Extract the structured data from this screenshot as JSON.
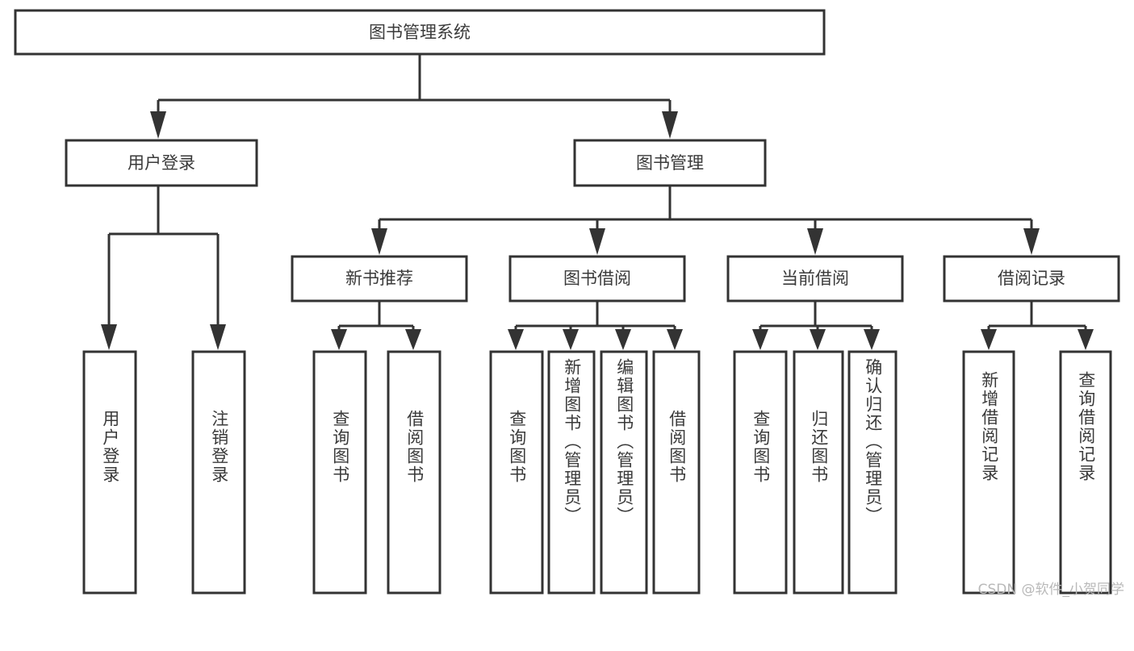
{
  "diagram": {
    "type": "tree-hierarchy-chart",
    "title": "图书管理系统",
    "colors": {
      "stroke": "#333333",
      "box_fill": "#ffffff",
      "text": "#3a3a3a",
      "background": "#ffffff",
      "watermark": "#b9b9b9"
    },
    "root": {
      "label": "图书管理系统"
    },
    "level2": [
      {
        "label": "用户登录"
      },
      {
        "label": "图书管理"
      }
    ],
    "level3": [
      {
        "label": "新书推荐"
      },
      {
        "label": "图书借阅"
      },
      {
        "label": "当前借阅"
      },
      {
        "label": "借阅记录"
      }
    ],
    "leaves": {
      "user_login": [
        {
          "label": "用户登录"
        },
        {
          "label": "注销登录"
        }
      ],
      "new_book_recommend": [
        {
          "label": "查询图书"
        },
        {
          "label": "借阅图书"
        }
      ],
      "book_borrow": [
        {
          "label": "查询图书"
        },
        {
          "label": "新增图书（管理员）"
        },
        {
          "label": "编辑图书（管理员）"
        },
        {
          "label": "借阅图书"
        }
      ],
      "current_borrow": [
        {
          "label": "查询图书"
        },
        {
          "label": "归还图书"
        },
        {
          "label": "确认归还（管理员）"
        }
      ],
      "borrow_record": [
        {
          "label": "新增借阅记录"
        },
        {
          "label": "查询借阅记录"
        }
      ]
    },
    "watermark": "CSDN @软件_小贺同学"
  }
}
